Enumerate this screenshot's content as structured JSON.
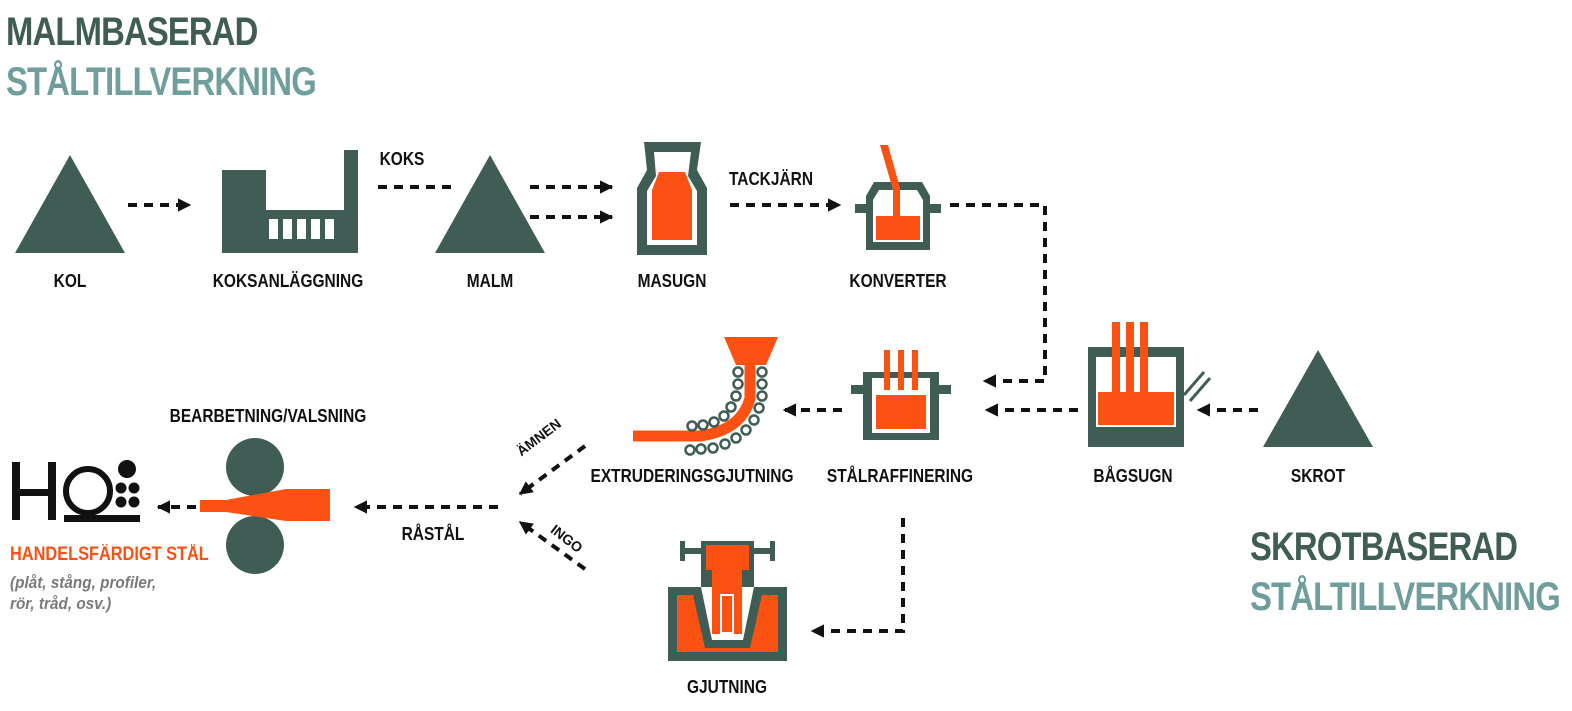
{
  "colors": {
    "dark_green": "#3f5d55",
    "teal": "#6f9e9d",
    "orange": "#fb5113",
    "arrow": "#111111",
    "gray_text": "#7a7a7a"
  },
  "header_ore": {
    "line1": "MALMBASERAD",
    "line2": "STÅLTILLVERKNING"
  },
  "header_scrap": {
    "line1": "SKROTBASERAD",
    "line2": "STÅLTILLVERKNING"
  },
  "nodes": {
    "kol": "KOL",
    "koksanlaggning": "KOKSANLÄGGNING",
    "malm": "MALM",
    "masugn": "MASUGN",
    "konverter": "KONVERTER",
    "stalraffinering": "STÅLRAFFINERING",
    "bagsugn": "BÅGSUGN",
    "skrot": "SKROT",
    "extruderingsgjutning": "EXTRUDERINGSGJUTNING",
    "gjutning": "GJUTNING",
    "bearbetning": "BEARBETNING/VALSNING"
  },
  "edge_labels": {
    "koks": "KOKS",
    "tackjarn": "TACKJÄRN",
    "ramstal": "RÅSTÅL",
    "amnen": "ÄMNEN",
    "ingo": "INGO"
  },
  "product": {
    "title": "HANDELSFÄRDIGT STÅL",
    "desc_line1": "(plåt, stång, profiler,",
    "desc_line2": "rör, tråd, osv.)"
  },
  "icons": [
    "kol-triangle-icon",
    "koksanlaggning-factory-icon",
    "malm-triangle-icon",
    "masugn-furnace-icon",
    "konverter-icon",
    "stalraffinering-icon",
    "bagsugn-icon",
    "skrot-triangle-icon",
    "extrusion-casting-icon",
    "casting-mold-icon",
    "rolling-mill-icon",
    "steel-products-icon"
  ]
}
